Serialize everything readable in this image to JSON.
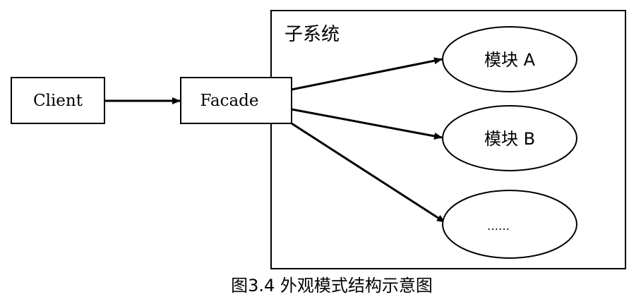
{
  "diagram": {
    "client_label": "Client",
    "facade_label": "Facade",
    "subsystem_label": "子系统",
    "module_a_label": "模块 A",
    "module_b_label": "模块 B",
    "module_more_label": "……",
    "caption": "图3.4  外观模式结构示意图"
  },
  "colors": {
    "stroke": "#000000",
    "background": "#ffffff",
    "text": "#000000"
  }
}
